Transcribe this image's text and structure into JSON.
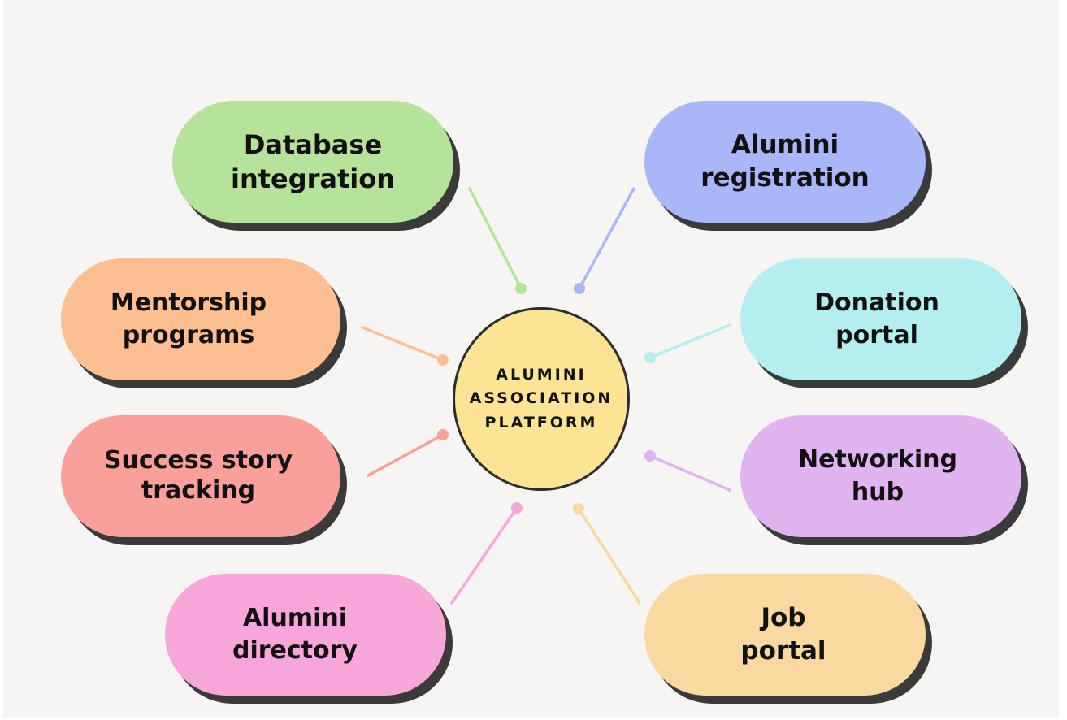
{
  "hub": {
    "label": "ALUMINI\nASSOCIATION\nPLATFORM",
    "color": "#fbe493"
  },
  "nodes": [
    {
      "id": "database-integration",
      "label": "Database\nintegration",
      "color": "#b5e39a"
    },
    {
      "id": "alumini-registration",
      "label": "Alumini\nregistration",
      "color": "#a8b6fa"
    },
    {
      "id": "mentorship-programs",
      "label": "Mentorship\nprograms",
      "color": "#fdbf92"
    },
    {
      "id": "donation-portal",
      "label": "Donation\nportal",
      "color": "#b4eef0"
    },
    {
      "id": "success-story-tracking",
      "label": "Success story\ntracking",
      "color": "#f9a09b"
    },
    {
      "id": "networking-hub",
      "label": "Networking\nhub",
      "color": "#e0b4ef"
    },
    {
      "id": "alumini-directory",
      "label": "Alumini\ndirectory",
      "color": "#f9a6da"
    },
    {
      "id": "job-portal",
      "label": "Job\nportal",
      "color": "#fad9a0"
    }
  ]
}
